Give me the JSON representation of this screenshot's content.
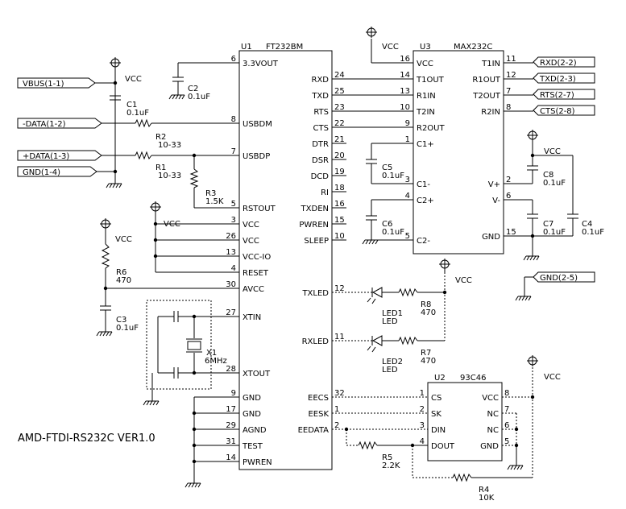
{
  "title": "AMD-FTDI-RS232C VER1.0",
  "u1": {
    "ref": "U1",
    "part": "FT232BM",
    "left_pins": [
      {
        "num": "6",
        "name": "3.3VOUT"
      },
      {
        "num": "8",
        "name": "USBDM"
      },
      {
        "num": "7",
        "name": "USBDP"
      },
      {
        "num": "5",
        "name": "RSTOUT"
      },
      {
        "num": "3",
        "name": "VCC"
      },
      {
        "num": "26",
        "name": "VCC"
      },
      {
        "num": "13",
        "name": "VCC-IO"
      },
      {
        "num": "4",
        "name": "RESET"
      },
      {
        "num": "30",
        "name": "AVCC"
      },
      {
        "num": "27",
        "name": "XTIN"
      },
      {
        "num": "28",
        "name": "XTOUT"
      },
      {
        "num": "9",
        "name": "GND"
      },
      {
        "num": "17",
        "name": "GND"
      },
      {
        "num": "29",
        "name": "AGND"
      },
      {
        "num": "31",
        "name": "TEST"
      },
      {
        "num": "14",
        "name": "PWREN"
      }
    ],
    "right_pins": [
      {
        "num": "24",
        "name": "RXD"
      },
      {
        "num": "25",
        "name": "TXD"
      },
      {
        "num": "23",
        "name": "RTS"
      },
      {
        "num": "22",
        "name": "CTS"
      },
      {
        "num": "21",
        "name": "DTR"
      },
      {
        "num": "20",
        "name": "DSR"
      },
      {
        "num": "19",
        "name": "DCD"
      },
      {
        "num": "18",
        "name": "RI"
      },
      {
        "num": "16",
        "name": "TXDEN"
      },
      {
        "num": "15",
        "name": "PWREN"
      },
      {
        "num": "10",
        "name": "SLEEP"
      },
      {
        "num": "12",
        "name": "TXLED"
      },
      {
        "num": "11",
        "name": "RXLED"
      },
      {
        "num": "32",
        "name": "EECS"
      },
      {
        "num": "1",
        "name": "EESK"
      },
      {
        "num": "2",
        "name": "EEDATA"
      }
    ]
  },
  "u3": {
    "ref": "U3",
    "part": "MAX232C",
    "left_pins": [
      {
        "num": "16",
        "name": "VCC"
      },
      {
        "num": "14",
        "name": "T1OUT"
      },
      {
        "num": "13",
        "name": "R1IN"
      },
      {
        "num": "10",
        "name": "T2IN"
      },
      {
        "num": "9",
        "name": "R2OUT"
      },
      {
        "num": "1",
        "name": "C1+"
      },
      {
        "num": "3",
        "name": "C1-"
      },
      {
        "num": "4",
        "name": "C2+"
      },
      {
        "num": "5",
        "name": "C2-"
      }
    ],
    "right_pins": [
      {
        "num": "11",
        "name": "T1IN"
      },
      {
        "num": "12",
        "name": "R1OUT"
      },
      {
        "num": "7",
        "name": "T2OUT"
      },
      {
        "num": "8",
        "name": "R2IN"
      },
      {
        "num": "2",
        "name": "V+"
      },
      {
        "num": "6",
        "name": "V-"
      },
      {
        "num": "15",
        "name": "GND"
      }
    ]
  },
  "u2": {
    "ref": "U2",
    "part": "93C46",
    "left_pins": [
      {
        "num": "1",
        "name": "CS"
      },
      {
        "num": "2",
        "name": "SK"
      },
      {
        "num": "3",
        "name": "DIN"
      },
      {
        "num": "4",
        "name": "DOUT"
      }
    ],
    "right_pins": [
      {
        "num": "8",
        "name": "VCC"
      },
      {
        "num": "7",
        "name": "NC"
      },
      {
        "num": "6",
        "name": "NC"
      },
      {
        "num": "5",
        "name": "GND"
      }
    ]
  },
  "connectors": {
    "vbus": "VBUS(1-1)",
    "data_minus": "-DATA(1-2)",
    "data_plus": "+DATA(1-3)",
    "gnd1": "GND(1-4)",
    "rxd": "RXD(2-2)",
    "txd": "TXD(2-3)",
    "rts": "RTS(2-7)",
    "cts": "CTS(2-8)",
    "gnd2": "GND(2-5)"
  },
  "vcc": "VCC",
  "parts": {
    "c1": {
      "ref": "C1",
      "value": "0.1uF"
    },
    "c2": {
      "ref": "C2",
      "value": "0.1uF"
    },
    "c3": {
      "ref": "C3",
      "value": "0.1uF"
    },
    "c4": {
      "ref": "C4",
      "value": "0.1uF"
    },
    "c5": {
      "ref": "C5",
      "value": "0.1uF"
    },
    "c6": {
      "ref": "C6",
      "value": "0.1uF"
    },
    "c7": {
      "ref": "C7",
      "value": "0.1uF"
    },
    "c8": {
      "ref": "C8",
      "value": "0.1uF"
    },
    "r1": {
      "ref": "R1",
      "value": "10-33"
    },
    "r2": {
      "ref": "R2",
      "value": "10-33"
    },
    "r3": {
      "ref": "R3",
      "value": "1.5K"
    },
    "r4": {
      "ref": "R4",
      "value": "10K"
    },
    "r5": {
      "ref": "R5",
      "value": "2.2K"
    },
    "r6": {
      "ref": "R6",
      "value": "470"
    },
    "r7": {
      "ref": "R7",
      "value": "470"
    },
    "r8": {
      "ref": "R8",
      "value": "470"
    },
    "x1": {
      "ref": "X1",
      "value": "6MHz"
    },
    "led1": {
      "ref": "LED1",
      "value": "LED"
    },
    "led2": {
      "ref": "LED2",
      "value": "LED"
    }
  }
}
